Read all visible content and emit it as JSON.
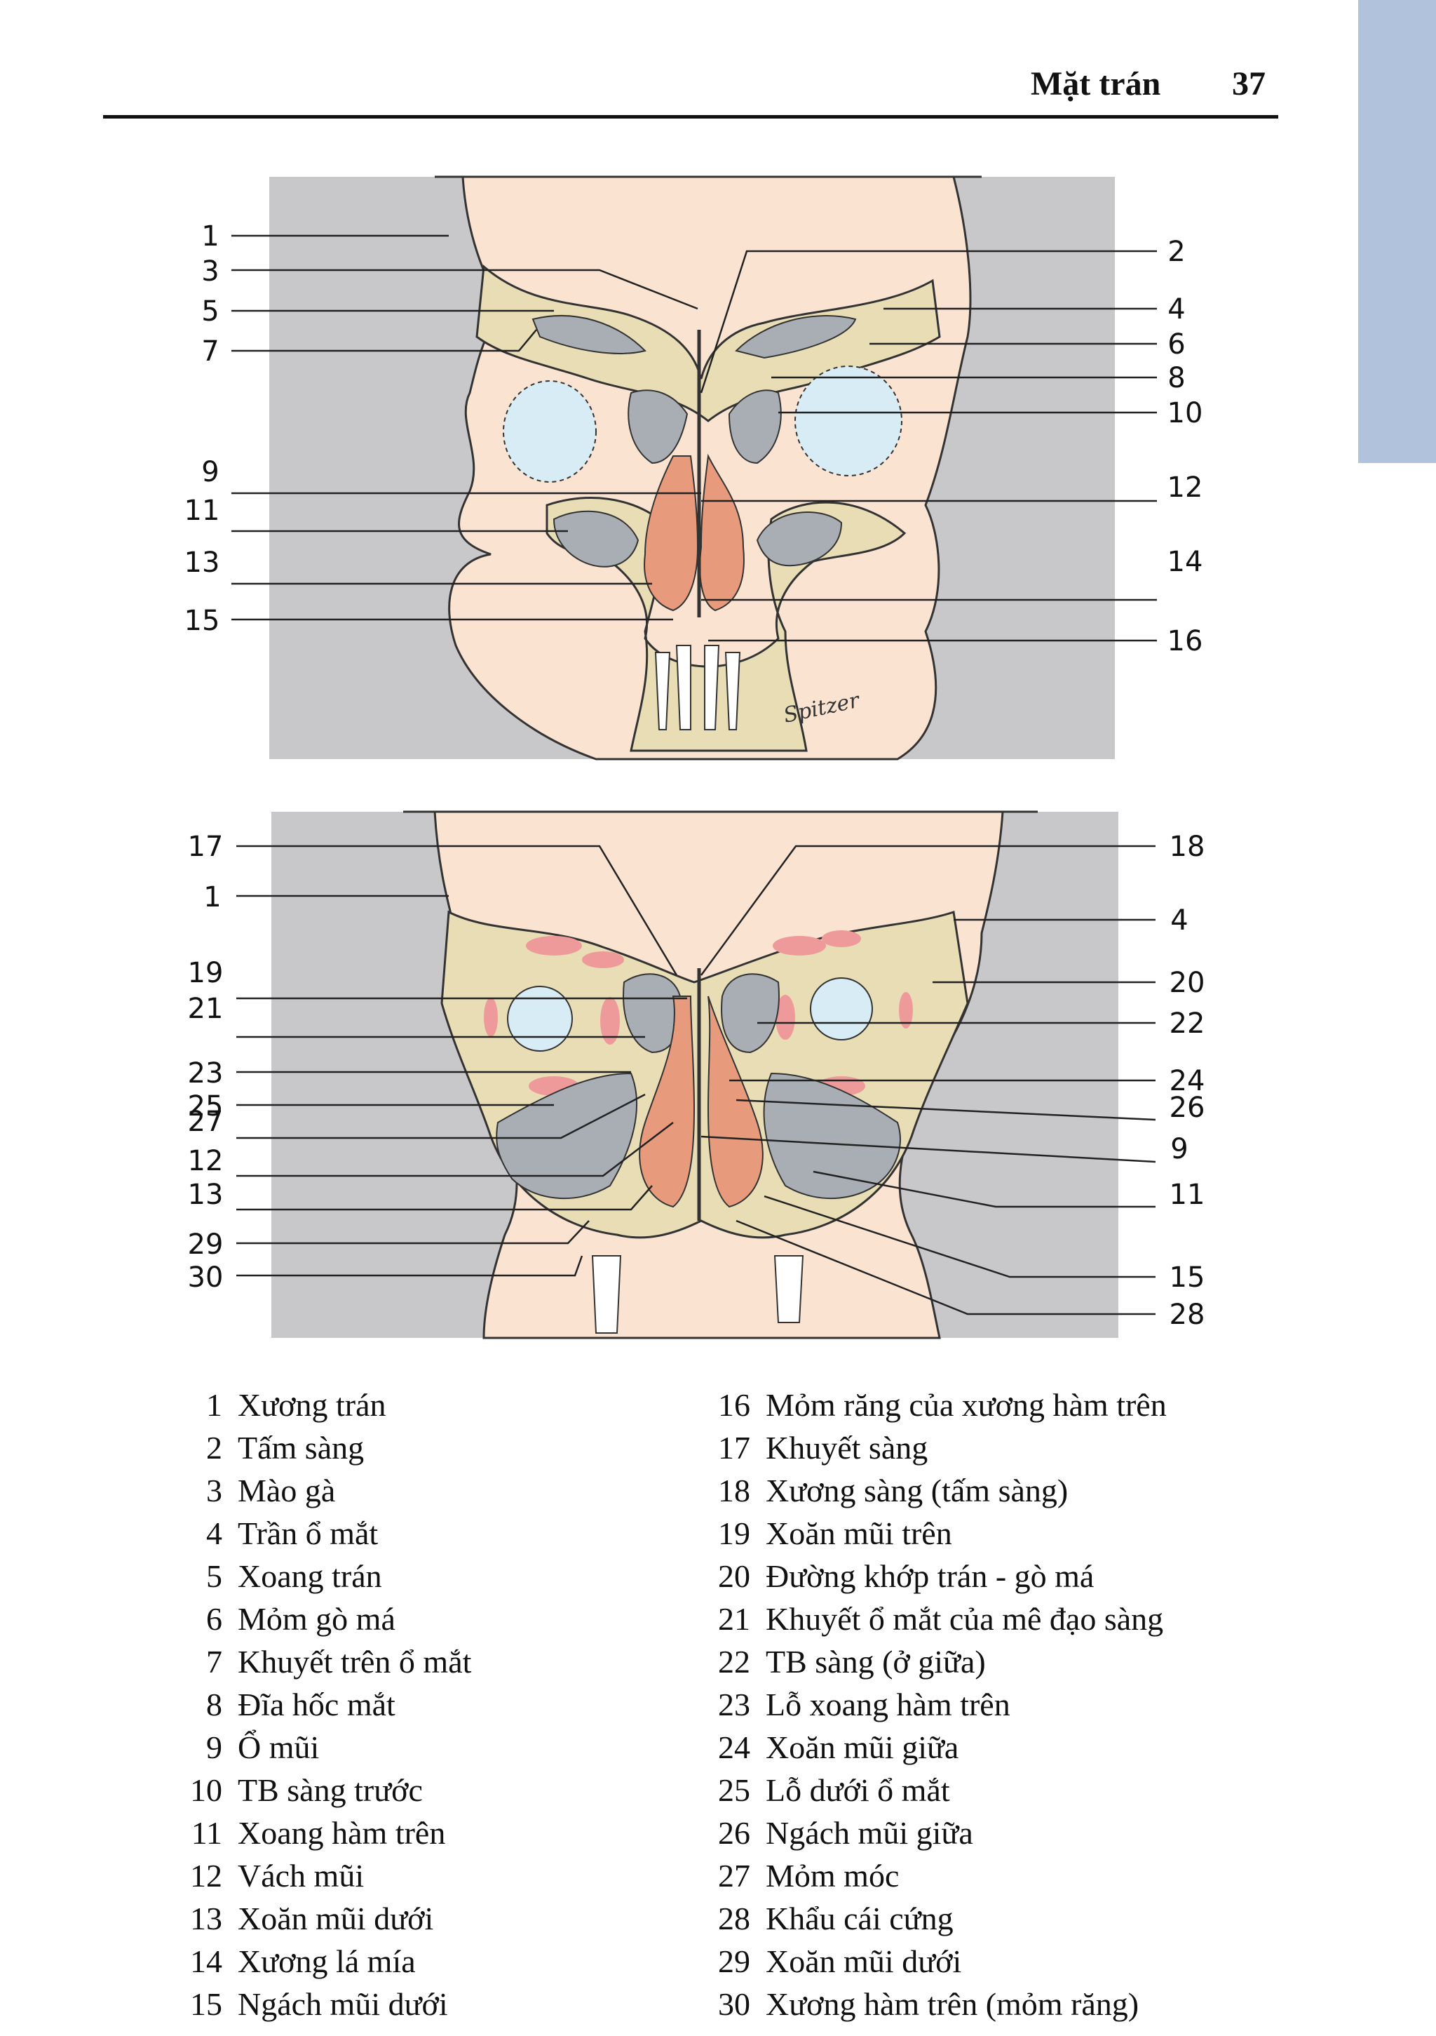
{
  "header": {
    "title": "Mặt trán",
    "page_number": "37"
  },
  "figure_top": {
    "left_callouts": [
      "1",
      "3",
      "5",
      "7",
      "9",
      "11",
      "13",
      "15"
    ],
    "right_callouts": [
      "2",
      "4",
      "6",
      "8",
      "10",
      "12",
      "14",
      "16"
    ],
    "signature": "Spitzer"
  },
  "figure_bottom": {
    "left_callouts": [
      "17",
      "1",
      "19",
      "21",
      "23",
      "25",
      "27",
      "12",
      "13",
      "29",
      "30"
    ],
    "right_callouts": [
      "18",
      "4",
      "20",
      "22",
      "24",
      "26",
      "9",
      "11",
      "15",
      "28"
    ]
  },
  "legend": {
    "left": [
      {
        "num": "1",
        "text": "Xương trán"
      },
      {
        "num": "2",
        "text": "Tấm sàng"
      },
      {
        "num": "3",
        "text": "Mào gà"
      },
      {
        "num": "4",
        "text": "Trần ổ mắt"
      },
      {
        "num": "5",
        "text": "Xoang trán"
      },
      {
        "num": "6",
        "text": "Mỏm gò má"
      },
      {
        "num": "7",
        "text": "Khuyết trên ổ mắt"
      },
      {
        "num": "8",
        "text": "Đĩa hốc mắt"
      },
      {
        "num": "9",
        "text": "Ổ mũi"
      },
      {
        "num": "10",
        "text": "TB sàng trước"
      },
      {
        "num": "11",
        "text": "Xoang hàm trên"
      },
      {
        "num": "12",
        "text": "Vách mũi"
      },
      {
        "num": "13",
        "text": "Xoăn mũi dưới"
      },
      {
        "num": "14",
        "text": "Xương lá mía"
      },
      {
        "num": "15",
        "text": "Ngách mũi dưới"
      }
    ],
    "right": [
      {
        "num": "16",
        "text": "Mỏm răng của xương hàm trên"
      },
      {
        "num": "17",
        "text": "Khuyết sàng"
      },
      {
        "num": "18",
        "text": "Xương sàng (tấm sàng)"
      },
      {
        "num": "19",
        "text": "Xoăn mũi trên"
      },
      {
        "num": "20",
        "text": "Đường khớp trán - gò má"
      },
      {
        "num": "21",
        "text": "Khuyết ổ mắt của mê đạo sàng"
      },
      {
        "num": "22",
        "text": "TB sàng (ở giữa)"
      },
      {
        "num": "23",
        "text": "Lỗ xoang hàm trên"
      },
      {
        "num": "24",
        "text": "Xoăn mũi giữa"
      },
      {
        "num": "25",
        "text": "Lỗ dưới ổ mắt"
      },
      {
        "num": "26",
        "text": "Ngách mũi giữa"
      },
      {
        "num": "27",
        "text": "Mỏm móc"
      },
      {
        "num": "28",
        "text": "Khẩu cái cứng"
      },
      {
        "num": "29",
        "text": "Xoăn mũi dưới"
      },
      {
        "num": "30",
        "text": "Xương hàm trên (mỏm răng)"
      }
    ]
  },
  "colors": {
    "side_tab": "#b1c2dc",
    "panel_gray": "#c8c8ca",
    "skin": "#fbe3d2",
    "bone": "#e8ddb5",
    "sinus_gray": "#a8aeb4",
    "mucosa": "#e89a7c",
    "eye": "#d7ecf5",
    "muscle_pink": "#ee9a9a"
  }
}
